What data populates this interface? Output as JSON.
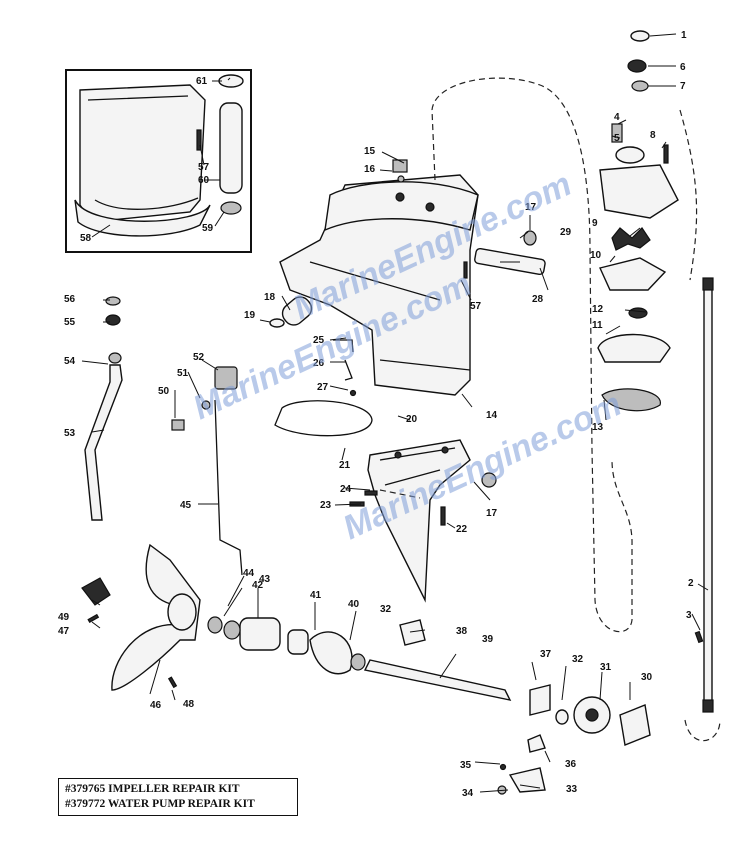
{
  "callouts": [
    "1",
    "2",
    "3",
    "4",
    "5",
    "6",
    "7",
    "8",
    "9",
    "10",
    "11",
    "12",
    "13",
    "14",
    "15",
    "16",
    "17",
    "17",
    "18",
    "19",
    "20",
    "21",
    "22",
    "23",
    "24",
    "25",
    "26",
    "27",
    "28",
    "29",
    "30",
    "31",
    "32",
    "32",
    "33",
    "34",
    "35",
    "36",
    "37",
    "38",
    "39",
    "40",
    "41",
    "42",
    "43",
    "44",
    "45",
    "46",
    "47",
    "48",
    "49",
    "50",
    "51",
    "52",
    "53",
    "54",
    "55",
    "56",
    "57",
    "57",
    "58",
    "59",
    "60",
    "61"
  ],
  "kits": [
    "#379765 IMPELLER REPAIR KIT",
    "#379772 WATER PUMP REPAIR KIT"
  ],
  "watermarks": [
    "MarineEngine.com",
    "MarineEngine.com",
    "MarineEngine.com"
  ],
  "colors": {
    "line": "#111111",
    "watermark": "#7f9ed9"
  }
}
